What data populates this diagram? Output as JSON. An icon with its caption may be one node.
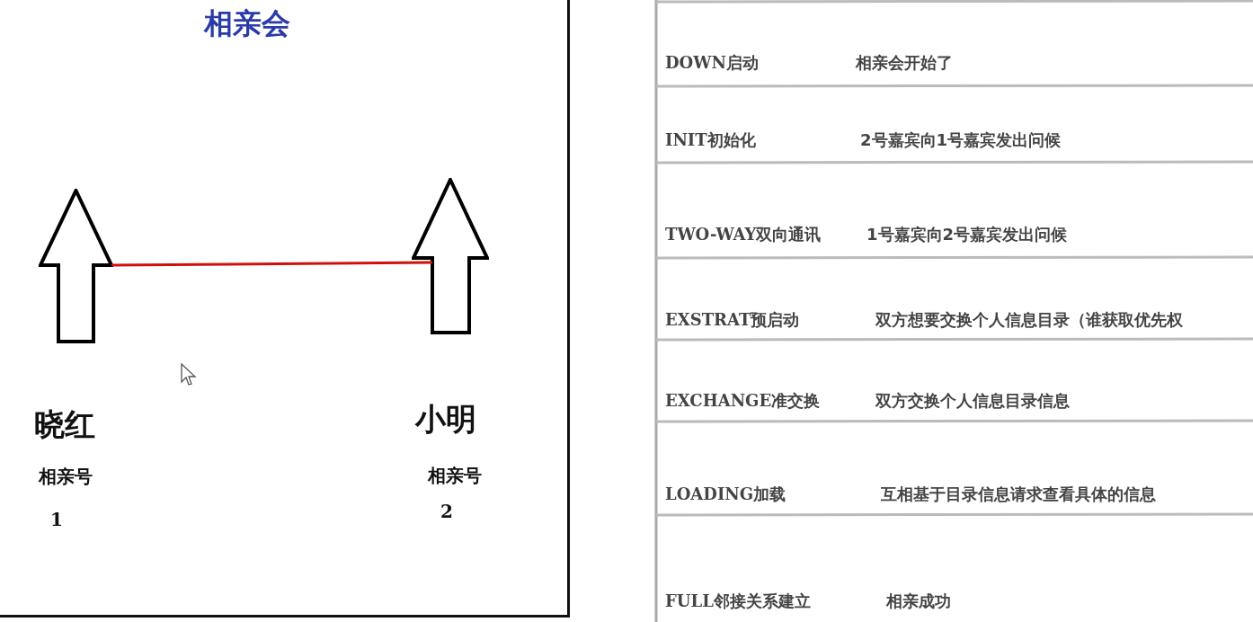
{
  "diagram": {
    "title": "相亲会",
    "nodes": [
      {
        "text": [],
        "shape": "arrow",
        "beside": [
          "晓红",
          "相亲号",
          "1"
        ]
      },
      {
        "text": [],
        "shape": "arrow",
        "beside": [
          "小明",
          "相亲号",
          "2"
        ]
      }
    ],
    "edges": [
      {
        "from": 0,
        "to": 1,
        "arrow": "none",
        "color": "#d01010"
      }
    ],
    "labels": [
      "DOWN启动",
      "相亲会开始了",
      "INIT初始化",
      "2号嘉宾向1号嘉宾发出问候",
      "TWO-WAY双向通讯",
      "1号嘉宾向2号嘉宾发出问候",
      "EXSTRAT预启动",
      "双方想要交换个人信息目录（谁获取优先权",
      "EXCHANGE准交换",
      "双方交换个人信息目录信息",
      "LOADING加载",
      "互相基于目录信息请求查看具体的信息",
      "FULL邻接关系建立",
      "相亲成功"
    ]
  }
}
